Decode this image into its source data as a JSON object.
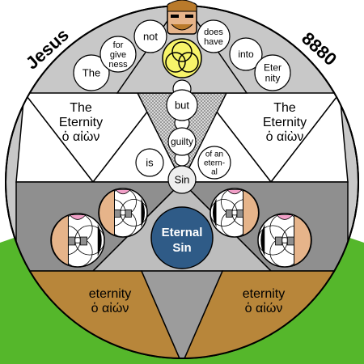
{
  "corner_left": "Jesus",
  "corner_right": "8880",
  "sentence_words": [
    {
      "id": "word-the",
      "lines": [
        "The"
      ]
    },
    {
      "id": "word-forgiveness",
      "lines": [
        "for",
        "give",
        "ness"
      ]
    },
    {
      "id": "word-not",
      "lines": [
        "not"
      ]
    },
    {
      "id": "word-does-have",
      "lines": [
        "does",
        "have"
      ]
    },
    {
      "id": "word-into",
      "lines": [
        "into"
      ]
    },
    {
      "id": "word-eternity",
      "lines": [
        "Eter",
        "nity"
      ]
    },
    {
      "id": "word-but",
      "lines": [
        "but"
      ]
    },
    {
      "id": "word-guilty",
      "lines": [
        "guilty"
      ]
    },
    {
      "id": "word-is",
      "lines": [
        "is"
      ]
    },
    {
      "id": "word-of-an-eternal",
      "lines": [
        "of an",
        "etern-",
        "al"
      ]
    },
    {
      "id": "word-sin",
      "lines": [
        "Sin"
      ]
    }
  ],
  "panel_left": {
    "title": "The",
    "subtitle": "Eternity",
    "greek": "ὁ αἰὼν"
  },
  "panel_right": {
    "title": "The",
    "subtitle": "Eternity",
    "greek": "ὁ αἰὼν"
  },
  "center": {
    "line1": "Eternal",
    "line2": "Sin"
  },
  "bottom_left": {
    "word": "eternity",
    "greek": "ὁ αἰών"
  },
  "bottom_right": {
    "word": "eternity",
    "greek": "ὁ αἰών"
  },
  "colors": {
    "sky": "#ffffff",
    "grass": "#55b72b",
    "disc_gray": "#c8c8c8",
    "white": "#ffffff",
    "pattern": "#9a9a9a",
    "dark_gray": "#8f8f8f",
    "brown": "#b8863a",
    "blue": "#2f5b87",
    "yellow": "#f7f46a",
    "skin": "#e6b48a",
    "hair": "#b97a2b",
    "pink": "#f2a0c8",
    "magenta": "#cc33cc"
  }
}
